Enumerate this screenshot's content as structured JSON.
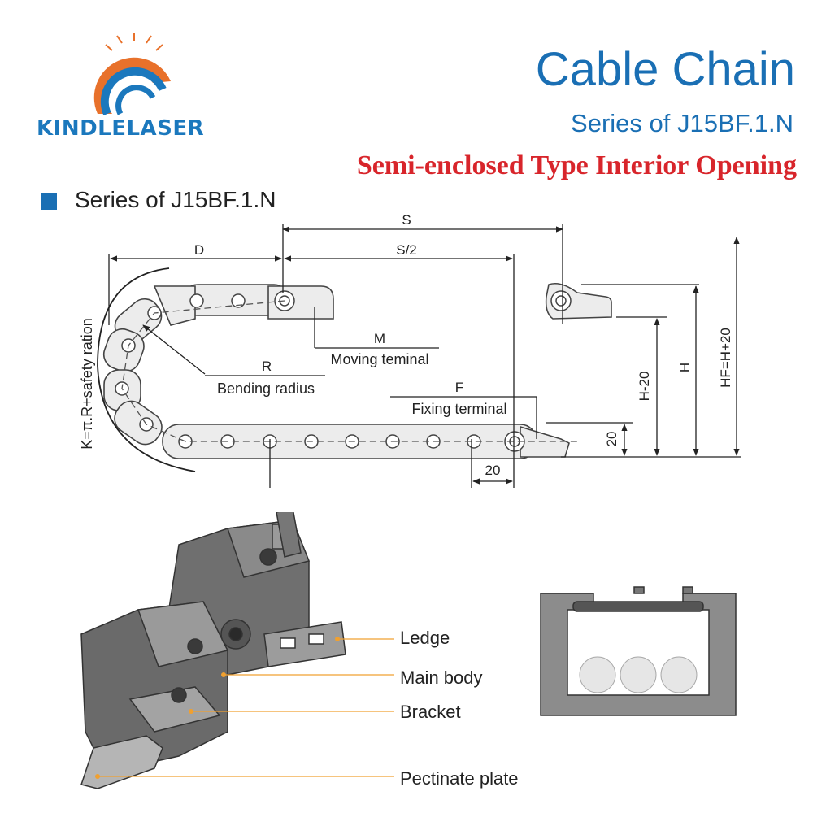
{
  "brand": {
    "name": "KINDLELASER",
    "accent": "#1b78bd",
    "orange": "#e8712b"
  },
  "header": {
    "title": "Cable Chain",
    "subtitle": "Series of J15BF.1.N",
    "type_line": "Semi-enclosed Type Interior Opening",
    "title_color": "#1a6fb4",
    "type_color": "#d8252b"
  },
  "section": {
    "label": "Series of J15BF.1.N"
  },
  "diagram": {
    "dim_s": "S",
    "dim_s_half": "S/2",
    "dim_d": "D",
    "m_code": "M",
    "m_label": "Moving teminal",
    "r_code": "R",
    "r_label": "Bending radius",
    "f_code": "F",
    "f_label": "Fixing terminal",
    "k_formula": "K=π.R+safety ration",
    "dim_20_bottom": "20",
    "dim_20_side": "20",
    "dim_h_minus": "H-20",
    "dim_h": "H",
    "dim_hf": "HF=H+20"
  },
  "parts": {
    "ledge": "Ledge",
    "main_body": "Main body",
    "bracket": "Bracket",
    "pectinate": "Pectinate plate"
  }
}
